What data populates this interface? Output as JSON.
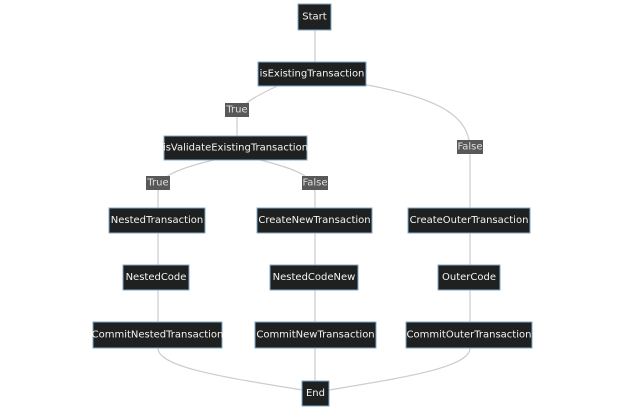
{
  "nodes": {
    "start": "Start",
    "is_existing_transaction": "isExistingTransaction",
    "is_validate_existing_transaction": "isValidateExistingTransaction",
    "nested_transaction": "NestedTransaction",
    "create_new_transaction": "CreateNewTransaction",
    "create_outer_transaction": "CreateOuterTransaction",
    "nested_code": "NestedCode",
    "nested_code_new": "NestedCodeNew",
    "outer_code": "OuterCode",
    "commit_nested_transaction": "CommitNestedTransaction",
    "commit_new_transaction": "CommitNewTransaction",
    "commit_outer_transaction": "CommitOuterTransaction",
    "end": "End"
  },
  "edge_labels": {
    "existing_true": "True",
    "existing_false": "False",
    "validate_true": "True",
    "validate_false": "False"
  },
  "colors": {
    "node_fill": "#1f2020",
    "node_border": "#82a9c9",
    "node_text": "#f4f4f4",
    "edge": "#cccccc",
    "label_fill": "#585858",
    "label_text": "#e0e0e0"
  }
}
